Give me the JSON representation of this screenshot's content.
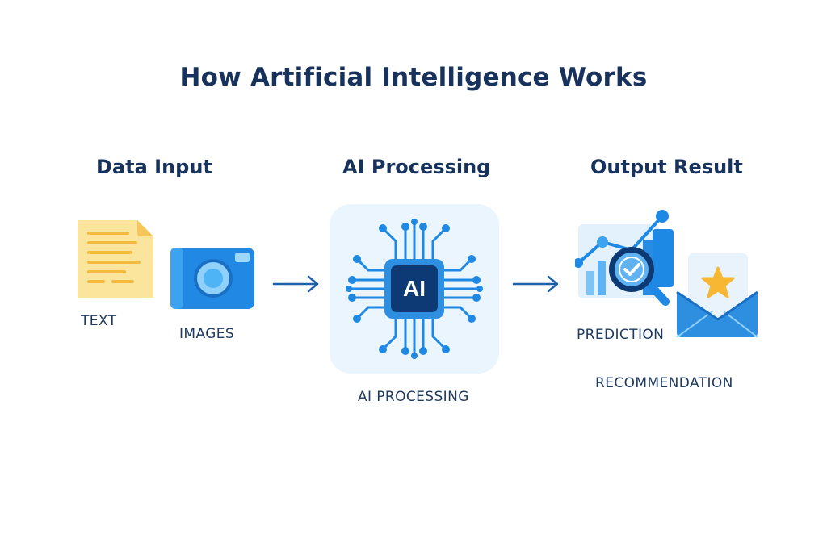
{
  "title": "How Artificial Intelligence Works",
  "stages": {
    "input": {
      "heading": "Data Input",
      "items": [
        "TEXT",
        "IMAGES"
      ]
    },
    "processing": {
      "heading": "AI Processing",
      "chip_label": "AI",
      "caption": "AI PROCESSING"
    },
    "output": {
      "heading": "Output Result",
      "items": [
        "PREDICTION",
        "RECOMMENDATION"
      ]
    }
  },
  "icons": {
    "text": "document-icon",
    "images": "camera-icon",
    "arrow": "arrow-right-icon",
    "processing": "ai-chip-icon",
    "prediction": "chart-magnifier-icon",
    "recommendation": "envelope-star-icon"
  },
  "colors": {
    "title": "#17325c",
    "primary_blue": "#1e88e5",
    "dark_blue": "#0d3a75",
    "document_yellow": "#fbe59c",
    "star": "#f7b733",
    "panel_bg": "#eaf5fd"
  }
}
